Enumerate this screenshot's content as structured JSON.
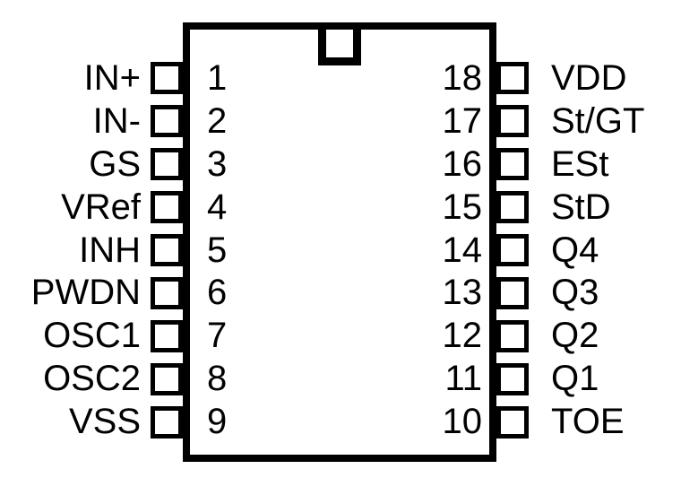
{
  "colors": {
    "line": "#000000",
    "background": "#ffffff"
  },
  "chip": {
    "notch_icon": "dip-index-notch"
  },
  "pins": {
    "left": [
      {
        "number": "1",
        "label": "IN+"
      },
      {
        "number": "2",
        "label": "IN-"
      },
      {
        "number": "3",
        "label": "GS"
      },
      {
        "number": "4",
        "label": "VRef"
      },
      {
        "number": "5",
        "label": "INH"
      },
      {
        "number": "6",
        "label": "PWDN"
      },
      {
        "number": "7",
        "label": "OSC1"
      },
      {
        "number": "8",
        "label": "OSC2"
      },
      {
        "number": "9",
        "label": "VSS"
      }
    ],
    "right": [
      {
        "number": "18",
        "label": "VDD"
      },
      {
        "number": "17",
        "label": "St/GT"
      },
      {
        "number": "16",
        "label": "ESt"
      },
      {
        "number": "15",
        "label": "StD"
      },
      {
        "number": "14",
        "label": "Q4"
      },
      {
        "number": "13",
        "label": "Q3"
      },
      {
        "number": "12",
        "label": "Q2"
      },
      {
        "number": "11",
        "label": "Q1"
      },
      {
        "number": "10",
        "label": "TOE"
      }
    ]
  }
}
